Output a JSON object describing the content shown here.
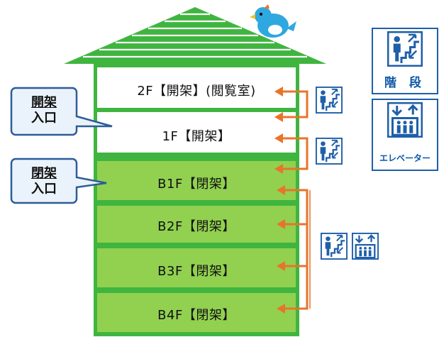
{
  "floors": [
    {
      "label": "2F【開架】(閲覧室)",
      "type": "open"
    },
    {
      "label": "1F【開架】",
      "type": "open"
    },
    {
      "label": "B1F【閉架】",
      "type": "closed"
    },
    {
      "label": "B2F【閉架】",
      "type": "closed"
    },
    {
      "label": "B3F【閉架】",
      "type": "closed"
    },
    {
      "label": "B4F【閉架】",
      "type": "closed"
    }
  ],
  "callouts": [
    {
      "line1": "開架",
      "line2": "入口"
    },
    {
      "line1": "閉架",
      "line2": "入口"
    }
  ],
  "legend": {
    "stairs_label": "階 段",
    "elevator_label": "エレベーター",
    "stairs_icon": "stairs-icon",
    "elevator_icon": "elevator-icon"
  },
  "colors": {
    "building_green": "#3fb53f",
    "closed_fill": "#92d050",
    "arrow_orange": "#e8742a",
    "icon_blue": "#1f5fa8",
    "callout_border": "#2e5c99",
    "bird_blue": "#2fa8e0"
  }
}
